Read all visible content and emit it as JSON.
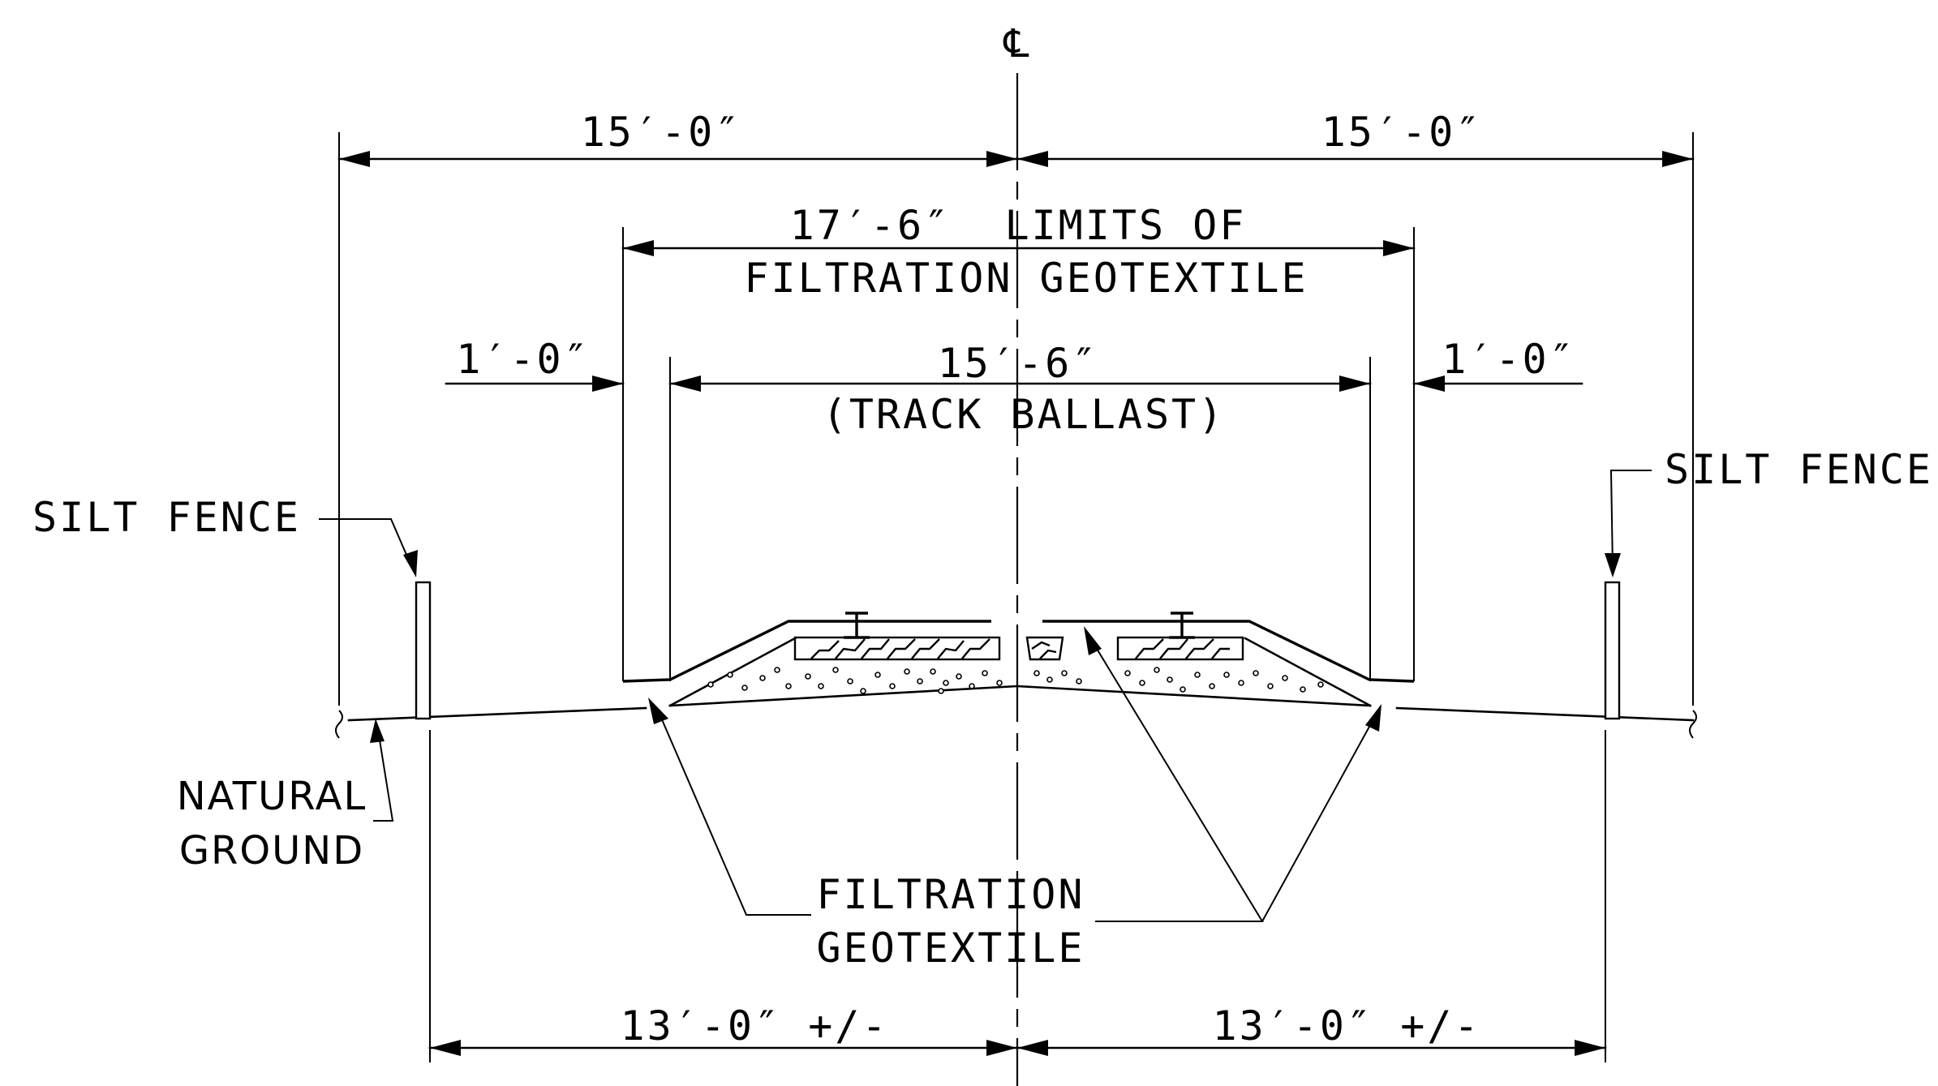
{
  "centerline_symbol": "℄",
  "dimensions": {
    "left_half_width": "15′-0″",
    "right_half_width": "15′-0″",
    "geotextile_limits_line1": "17′-6″  LIMITS OF",
    "geotextile_limits_line2": "FILTRATION GEOTEXTILE",
    "ballast_width": "15′-6″",
    "ballast_label": "(TRACK BALLAST)",
    "left_overlap": "1′-0″",
    "right_overlap": "1′-0″",
    "left_fence_offset": "13′-0″ +/-",
    "right_fence_offset": "13′-0″ +/-"
  },
  "callouts": {
    "silt_fence_left": "SILT FENCE",
    "silt_fence_right": "SILT FENCE",
    "natural_ground_line1": "NATURAL",
    "natural_ground_line2": "GROUND",
    "filtration_geotextile_line1": "FILTRATION",
    "filtration_geotextile_line2": "GEOTEXTILE"
  }
}
